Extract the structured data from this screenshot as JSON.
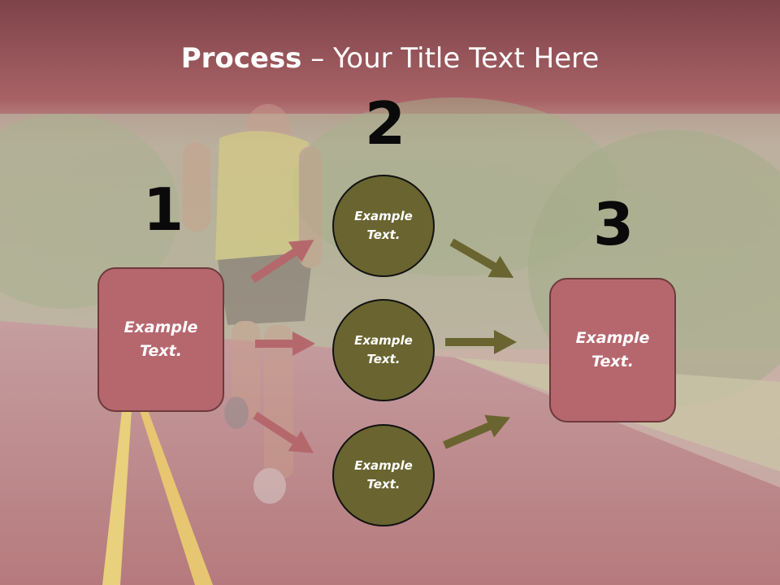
{
  "title": {
    "bold": "Process",
    "rest": " – Your Title Text Here"
  },
  "steps": {
    "one": "1",
    "two": "2",
    "three": "3"
  },
  "left_box": {
    "text": "Example Text."
  },
  "right_box": {
    "text": "Example Text."
  },
  "circles": [
    {
      "text": "Example Text."
    },
    {
      "text": "Example Text."
    },
    {
      "text": "Example Text."
    }
  ],
  "colors": {
    "box_fill": "#b6676e",
    "circle_fill": "#6a6430",
    "left_arrow": "#b5686c",
    "right_arrow": "#6a6430",
    "title_band": "#a85c62"
  }
}
